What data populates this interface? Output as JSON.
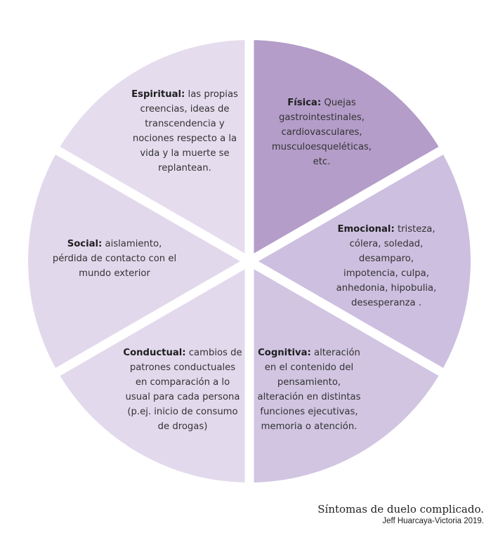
{
  "segments": [
    {
      "id": "fisica",
      "color": "#b49dc9",
      "title": "Física:",
      "text": "Quejas gastrointestinales, cardiovasculares, musculoesqueléticas, etc."
    },
    {
      "id": "emocional",
      "color": "#cdbfe0",
      "title": "Emocional:",
      "text": "tristeza, cólera, soledad, desamparo, impotencia, culpa, anhedonia, hipobulia, desesperanza ."
    },
    {
      "id": "cognitiva",
      "color": "#d1c5e2",
      "title": "Cognitiva:",
      "text": "alteración en el contenido del pensamiento, alteración en distintas funciones ejecutivas, memoria o atención."
    },
    {
      "id": "conductual",
      "color": "#e2d9ec",
      "title": "Conductual:",
      "text": "cambios de patrones conductuales en comparación a lo usual para cada persona (p.ej. inicio de consumo de drogas)"
    },
    {
      "id": "social",
      "color": "#e2d8ec",
      "title": "Social:",
      "text": "aislamiento, pérdida de contacto con el mundo exterior"
    },
    {
      "id": "espiritual",
      "color": "#e5dcee",
      "title": "Espiritual:",
      "text": "las propias creencias, ideas de transcendencia y nociones respecto a la vida y la muerte se replantean."
    }
  ],
  "caption": {
    "title": "Síntomas de duelo complicado.",
    "credit": "Jeff Huarcaya-Victoria 2019."
  }
}
